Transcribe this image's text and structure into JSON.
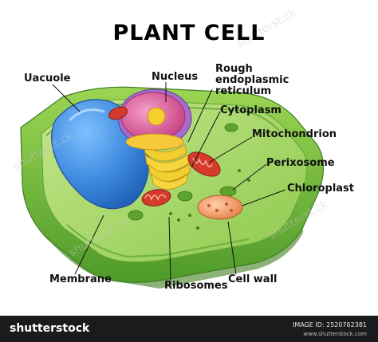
{
  "title": "PLANT CELL",
  "labels": {
    "vacuole": "Uacuole",
    "nucleus": "Nucleus",
    "rough_er_line1": "Rough",
    "rough_er_line2": "endoplasmic",
    "rough_er_line3": "reticulum",
    "cytoplasm": "Cytoplasm",
    "mitochondrion": "Mitochondrion",
    "perixosome": "Perixosome",
    "chloroplast": "Chloroplast",
    "membrane": "Membrane",
    "ribosomes": "Ribosomes",
    "cell_wall": "Cell wall"
  },
  "footer": {
    "brand": "shutterstock",
    "image_id": "IMAGE ID: 2520762381",
    "site": "www.shutterstock.com"
  },
  "colors": {
    "cell_wall": "#7fc241",
    "cytoplasm": "#9fd25e",
    "vacuole": "#3f8fe0",
    "nucleus": "#e25a9a",
    "nucleolus": "#f4cd2a",
    "mitochondria": "#d63a2c",
    "chloroplast": "#f08a5c",
    "footer_bg": "#1a1b1d"
  }
}
